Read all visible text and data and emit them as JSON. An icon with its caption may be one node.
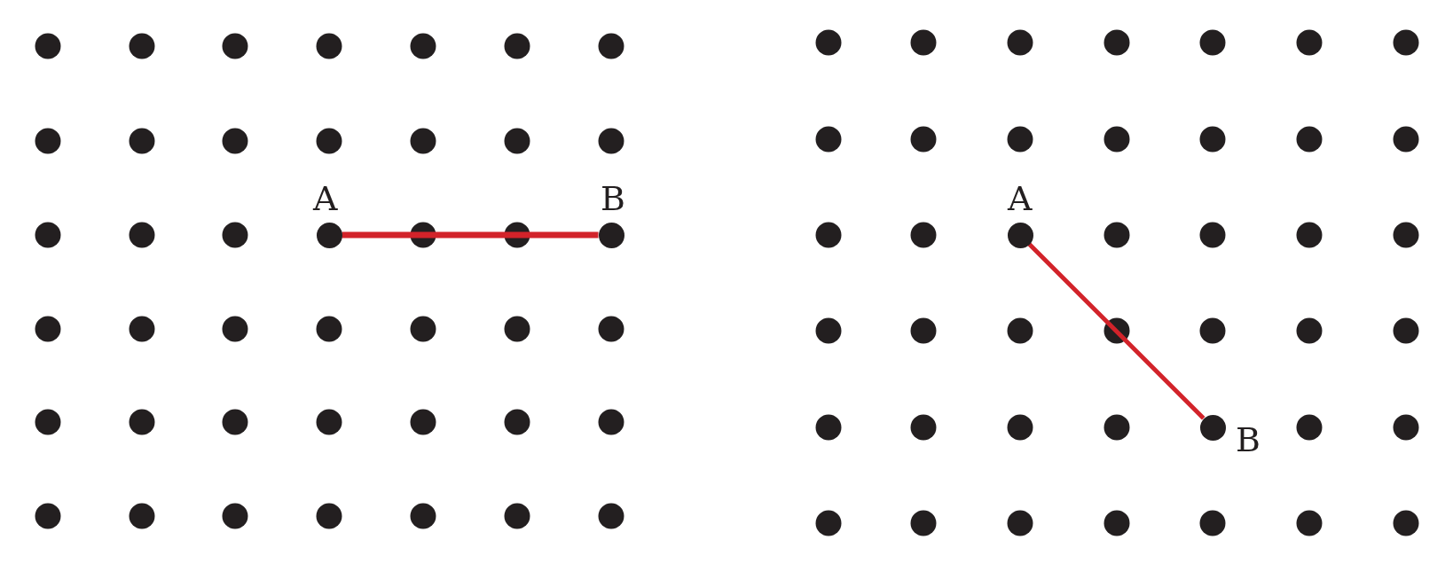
{
  "diagram": {
    "nodes": [
      {
        "text": [],
        "shape": "circle",
        "beside": [
          "A"
        ]
      },
      {
        "text": [],
        "shape": "circle",
        "beside": [
          "B"
        ]
      },
      {
        "text": [],
        "shape": "circle",
        "beside": [
          "A"
        ]
      },
      {
        "text": [],
        "shape": "circle",
        "beside": [
          "B"
        ]
      }
    ],
    "edges": [
      {
        "from": 0,
        "to": 1,
        "arrow": "none"
      },
      {
        "from": 2,
        "to": 3,
        "arrow": "none"
      }
    ]
  }
}
